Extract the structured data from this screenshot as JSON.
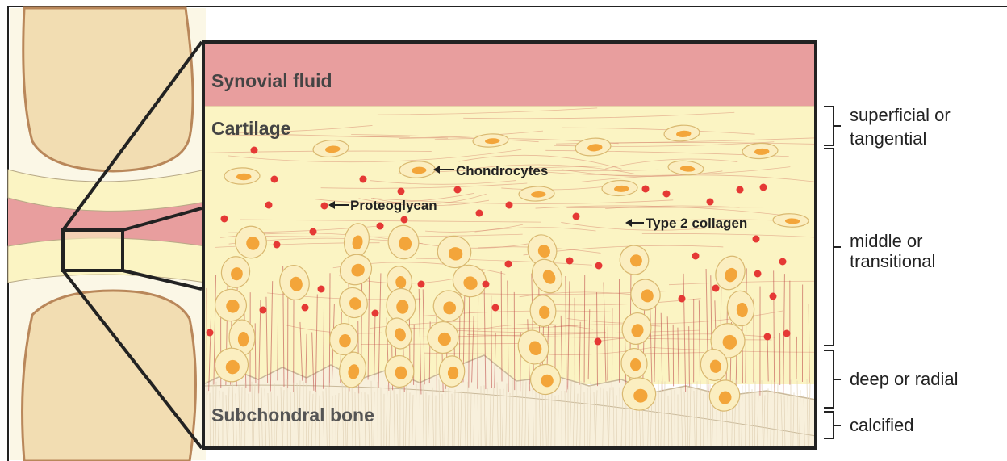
{
  "layers": {
    "synovial_fluid": "Synovial fluid",
    "cartilage": "Cartilage",
    "subchondral_bone": "Subchondral bone"
  },
  "components": {
    "chondrocytes": "Chondrocytes",
    "proteoglycan": "Proteoglycan",
    "collagen": "Type 2 collagen"
  },
  "zones": {
    "superficial_line1": "superficial or",
    "superficial_line2": "tangential",
    "middle_line1": "middle or",
    "middle_line2": "transitional",
    "deep": "deep or radial",
    "calcified": "calcified"
  },
  "colors": {
    "synovial": "#e89e9e",
    "cartilage": "#fbf4c3",
    "bone": "#f8f0dc",
    "cell_fill": "#fbeec0",
    "nucleus": "#f3a53a",
    "proteoglycan_dot": "#e53935",
    "fiber": "#d98a72",
    "outline": "#222222",
    "joint_bone": "#f2ddb2",
    "joint_bone_edge": "#b9875a",
    "text_dark": "#444444"
  }
}
